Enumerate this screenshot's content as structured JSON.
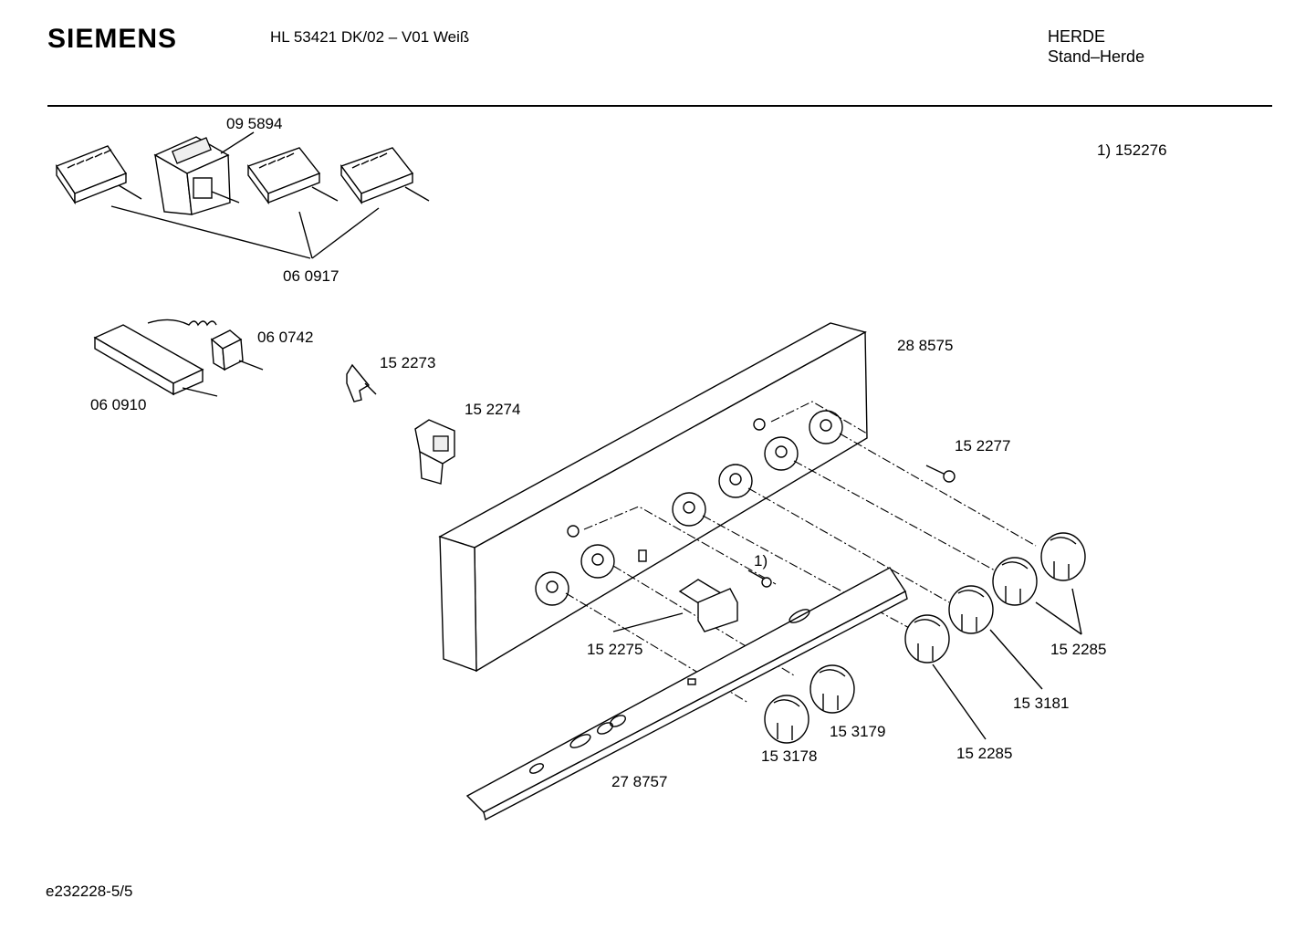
{
  "header": {
    "brand": "SIEMENS",
    "model": "HL 53421 DK/02 – V01 Weiß",
    "category": "HERDE",
    "subcategory": "Stand–Herde"
  },
  "footnote": "1) 152276",
  "footer": "e232228-5/5",
  "parts": [
    {
      "id": "p1",
      "number": "09 5894"
    },
    {
      "id": "p2",
      "number": "06 0917"
    },
    {
      "id": "p3",
      "number": "06 0742"
    },
    {
      "id": "p4",
      "number": "06 0910"
    },
    {
      "id": "p5",
      "number": "15 2273"
    },
    {
      "id": "p6",
      "number": "15 2274"
    },
    {
      "id": "p7",
      "number": "28 8575"
    },
    {
      "id": "p8",
      "number": "15 2277"
    },
    {
      "id": "p9",
      "number": "1)"
    },
    {
      "id": "p10",
      "number": "15 2275"
    },
    {
      "id": "p11",
      "number": "15 2285"
    },
    {
      "id": "p12",
      "number": "15 3181"
    },
    {
      "id": "p13",
      "number": "15 3179"
    },
    {
      "id": "p14",
      "number": "15 3178"
    },
    {
      "id": "p15",
      "number": "15 2285"
    },
    {
      "id": "p16",
      "number": "27 8757"
    }
  ]
}
